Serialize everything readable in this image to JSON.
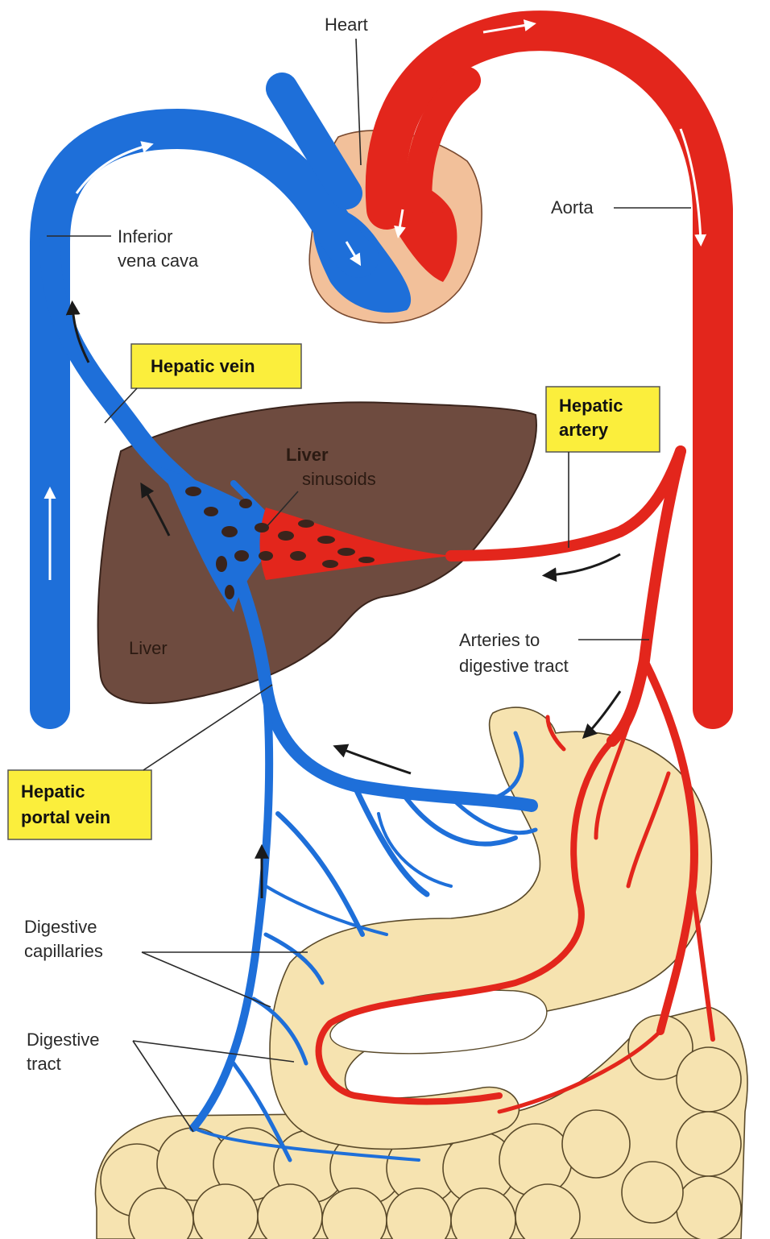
{
  "labels": {
    "heart": "Heart",
    "aorta": "Aorta",
    "inferior_vena_cava": [
      "Inferior",
      "vena cava"
    ],
    "hepatic_vein": "Hepatic vein",
    "hepatic_artery": [
      "Hepatic",
      "artery"
    ],
    "liver_sinusoids": [
      "Liver",
      "sinusoids"
    ],
    "liver": "Liver",
    "arteries_to_digestive_tract": [
      "Arteries to",
      "digestive tract"
    ],
    "hepatic_portal_vein": [
      "Hepatic",
      "portal vein"
    ],
    "digestive_capillaries": [
      "Digestive",
      "capillaries"
    ],
    "digestive_tract": [
      "Digestive",
      "tract"
    ]
  },
  "colors": {
    "vein": "#1e6fd9",
    "artery": "#e3261c",
    "liver": "#6e4b3f",
    "heart_tissue": "#f2c09a",
    "digestive_tract": "#f6e3b0",
    "label_box": "#fbee3c"
  }
}
